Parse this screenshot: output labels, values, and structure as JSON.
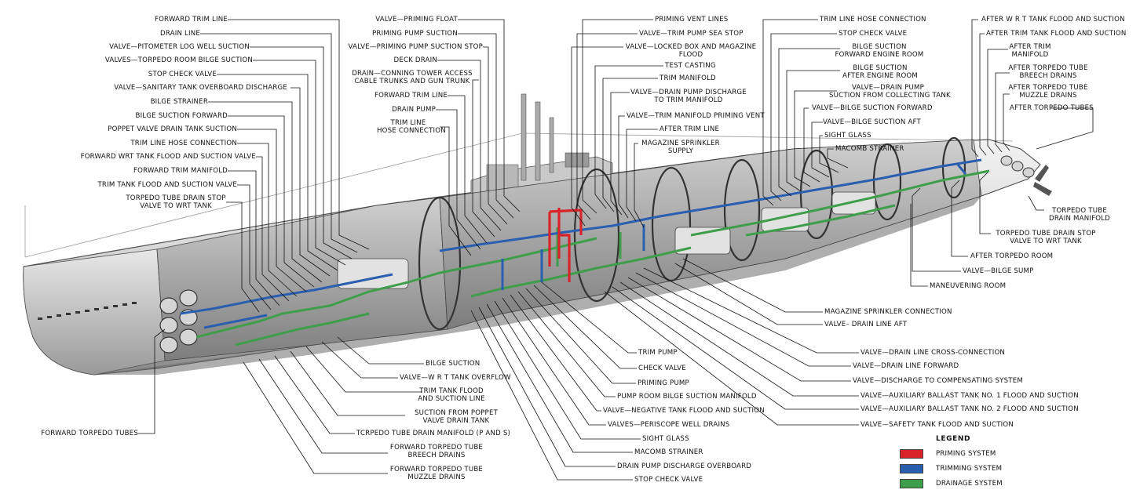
{
  "colors": {
    "priming": "#d8232a",
    "trimming": "#2a5fb0",
    "drainage": "#3f9e4b",
    "hull_light": "#e6e6e6",
    "hull_mid": "#bdbdbd",
    "hull_dark": "#6b6b6b",
    "leader": "#111111"
  },
  "legend": {
    "title": "LEGEND",
    "items": [
      {
        "label": "PRIMING SYSTEM",
        "color": "#d8232a"
      },
      {
        "label": "TRIMMING SYSTEM",
        "color": "#2a5fb0"
      },
      {
        "label": "DRAINAGE SYSTEM",
        "color": "#3f9e4b"
      }
    ]
  },
  "labels": {
    "forward_trim_line": "FORWARD TRIM LINE",
    "drain_line": "DRAIN LINE",
    "valve_pitometer": "VALVE—PITOMETER LOG WELL SUCTION",
    "valves_torpedo_room_bilge": "VALVES—TORPEDO ROOM BILGE SUCTION",
    "stop_check_valve_fwd": "STOP CHECK VALVE",
    "valve_sanitary": "VALVE—SANITARY TANK OVERBOARD DISCHARGE",
    "bilge_strainer": "BILGE STRAINER",
    "bilge_suction_forward": "BILGE SUCTION FORWARD",
    "poppet_valve_drain": "POPPET VALVE DRAIN TANK SUCTION",
    "trim_line_hose_fwd": "TRIM LINE HOSE CONNECTION",
    "forward_wrt_flood": "FORWARD WRT TANK FLOOD AND SUCTION VALVE",
    "forward_trim_manifold": "FORWARD TRIM MANIFOLD",
    "trim_tank_flood_valve": "TRIM TANK FLOOD AND SUCTION VALVE",
    "torpedo_drain_stop_fwd_1": "TORPEDO TUBE DRAIN STOP",
    "torpedo_drain_stop_fwd_2": "VALVE TO WRT TANK",
    "forward_torpedo_tubes": "FORWARD TORPEDO TUBES",
    "valve_priming_float": "VALVE—PRIMING FLOAT",
    "priming_pump_suction": "PRIMING PUMP SUCTION",
    "valve_priming_pump_stop": "VALVE—PRIMING PUMP SUCTION STOP",
    "deck_drain": "DECK DRAIN",
    "drain_conning_1": "DRAIN—CONNING TOWER ACCESS",
    "drain_conning_2": "CABLE TRUNKS AND GUN TRUNK",
    "forward_trim_line_2": "FORWARD TRIM LINE",
    "drain_pump": "DRAIN PUMP",
    "trim_line_hose_mid_1": "TRIM LINE",
    "trim_line_hose_mid_2": "HOSE CONNECTION",
    "priming_vent_lines": "PRIMING VENT LINES",
    "valve_trim_pump_sea_stop": "VALVE—TRIM PUMP SEA STOP",
    "valve_locked_box_1": "VALVE—LOCKED BOX AND MAGAZINE",
    "valve_locked_box_2": "FLOOD",
    "test_casting": "TEST CASTING",
    "trim_manifold": "TRIM MANIFOLD",
    "valve_drain_pump_disch_1": "VALVE—DRAIN PUMP DISCHARGE",
    "valve_drain_pump_disch_2": "TO TRIM MANIFOLD",
    "valve_trim_manifold_vent": "VALVE—TRIM MANIFOLD PRIMING VENT",
    "after_trim_line": "AFTER TRIM LINE",
    "magazine_sprinkler_1": "MAGAZINE SPRINKLER",
    "magazine_sprinkler_2": "SUPPLY",
    "trim_line_hose_aft": "TRIM LINE HOSE CONNECTION",
    "stop_check_valve_aft": "STOP CHECK VALVE",
    "bilge_suction_fer_1": "BILGE SUCTION",
    "bilge_suction_fer_2": "FORWARD ENGINE ROOM",
    "bilge_suction_aer_1": "BILGE SUCTION",
    "bilge_suction_aer_2": "AFTER ENGINE ROOM",
    "valve_drain_pump_coll_1": "VALVE—DRAIN PUMP",
    "valve_drain_pump_coll_2": "SUCTION FROM COLLECTING TANK",
    "valve_bilge_suction_fwd": "VALVE—BILGE SUCTION FORWARD",
    "valve_bilge_suction_aft": "VALVE—BILGE SUCTION AFT",
    "sight_glass_aft": "SIGHT GLASS",
    "macomb_strainer_aft": "MACOMB STRAINER",
    "after_wrt_flood": "AFTER W R T TANK FLOOD AND SUCTION",
    "after_trim_tank_flood": "AFTER TRIM TANK FLOOD AND SUCTION",
    "after_trim_manifold_1": "AFTER  TRIM",
    "after_trim_manifold_2": "MANIFOLD",
    "after_torpedo_breech_1": "AFTER TORPEDO TUBE",
    "after_torpedo_breech_2": "BREECH DRAINS",
    "after_torpedo_muzzle_1": "AFTER TORPEDO TUBE",
    "after_torpedo_muzzle_2": "MUZZLE DRAINS",
    "after_torpedo_tubes": "AFTER TORPEDO TUBES",
    "torpedo_drain_manifold_aft_1": "TORPEDO TUBE",
    "torpedo_drain_manifold_aft_2": "DRAIN MANIFOLD",
    "torpedo_drain_stop_aft_1": "TORPEDO TUBE DRAIN STOP",
    "torpedo_drain_stop_aft_2": "VALVE TO WRT TANK",
    "after_torpedo_room": "AFTER TORPEDO ROOM",
    "valve_bilge_sump": "VALVE—BILGE SUMP",
    "maneuvering_room": "MANEUVERING ROOM",
    "magazine_sprinkler_conn": "MAGAZINE SPRINKLER CONNECTION",
    "valve_drain_line_aft": "VALVE– DRAIN LINE AFT",
    "valve_drain_line_cross": "VALVE—DRAIN LINE CROSS-CONNECTION",
    "valve_drain_line_fwd": "VALVE—DRAIN LINE FORWARD",
    "valve_discharge_comp": "VALVE—DISCHARGE TO COMPENSATING SYSTEM",
    "valve_aux_ballast_1": "VALVE—AUXILIARY BALLAST TANK NO. 1 FLOOD AND SUCTION",
    "valve_aux_ballast_2": "VALVE—AUXILIARY BALLAST TANK NO. 2 FLOOD AND SUCTION",
    "valve_safety_tank": "VALVE—SAFETY TANK FLOOD AND SUCTION",
    "bilge_suction": "BILGE SUCTION",
    "valve_wrt_overflow": "VALVE—W R T TANK OVERFLOW",
    "trim_tank_flood_1": "TRIM TANK FLOOD",
    "trim_tank_flood_2": "AND SUCTION LINE",
    "suction_poppet_1": "SUCTION FROM POPPET",
    "suction_poppet_2": "VALVE DRAIN TANK",
    "torpedo_drain_manifold_ps": "TCRPEDO TUBE DRAIN MANIFOLD (P AND S)",
    "fwd_torpedo_breech_1": "FORWARD TORPEDO TUBE",
    "fwd_torpedo_breech_2": "BREECH DRAINS",
    "fwd_torpedo_muzzle_1": "FORWARD TORPEDO TUBE",
    "fwd_torpedo_muzzle_2": "MUZZLE DRAINS",
    "trim_pump": "TRIM PUMP",
    "check_valve": "CHECK VALVE",
    "priming_pump": "PRIMING PUMP",
    "pump_room_bilge": "PUMP ROOM BILGE SUCTION MANIFOLD",
    "valve_negative_tank": "VALVE—NEGATIVE TANK FLOOD AND SUCTION",
    "valves_periscope": "VALVES—PERISCOPE WELL DRAINS",
    "sight_glass_mid": "SIGHT GLASS",
    "macomb_strainer_mid": "MACOMB STRAINER",
    "drain_pump_disch_overboard": "DRAIN PUMP DISCHARGE OVERBOARD",
    "stop_check_valve_mid": "STOP CHECK VALVE"
  }
}
